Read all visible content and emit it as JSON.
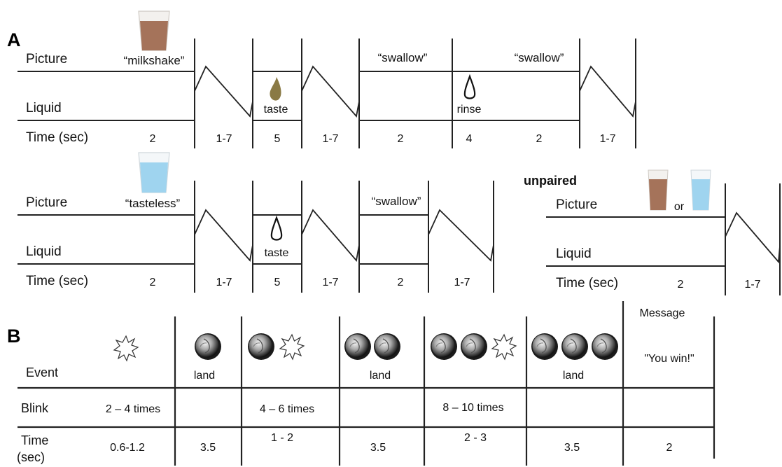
{
  "panel_a": {
    "label": "A",
    "row_labels": {
      "picture": "Picture",
      "liquid": "Liquid",
      "time": "Time (sec)"
    },
    "trial1": {
      "picture_cue": "“milkshake”",
      "taste_label": "taste",
      "swallow_1": "“swallow”",
      "rinse_label": "rinse",
      "swallow_2": "“swallow”",
      "times": [
        "2",
        "1-7",
        "5",
        "1-7",
        "2",
        "4",
        "2",
        "1-7"
      ]
    },
    "trial2": {
      "picture_cue": "“tasteless”",
      "taste_label": "taste",
      "swallow": "“swallow”",
      "times": [
        "2",
        "1-7",
        "5",
        "1-7",
        "2",
        "1-7"
      ]
    },
    "unpaired": {
      "title": "unpaired",
      "or_label": "or",
      "times": [
        "2",
        "1-7"
      ]
    },
    "colors": {
      "milkshake": "#a5735a",
      "water": "#9fd4ef",
      "taste_drop": "#8a7a45"
    }
  },
  "panel_b": {
    "label": "B",
    "row_labels": {
      "event": "Event",
      "blink": "Blink",
      "time_1": "Time",
      "time_2": "(sec)"
    },
    "header": {
      "message": "Message",
      "you_win": "\"You win!\""
    },
    "land_labels": [
      "land",
      "land",
      "land"
    ],
    "blinks": [
      "2 – 4 times",
      "4 – 6 times",
      "8 – 10 times"
    ],
    "times": [
      "0.6-1.2",
      "3.5",
      "1 - 2",
      "3.5",
      "2 - 3",
      "3.5",
      "2"
    ]
  }
}
